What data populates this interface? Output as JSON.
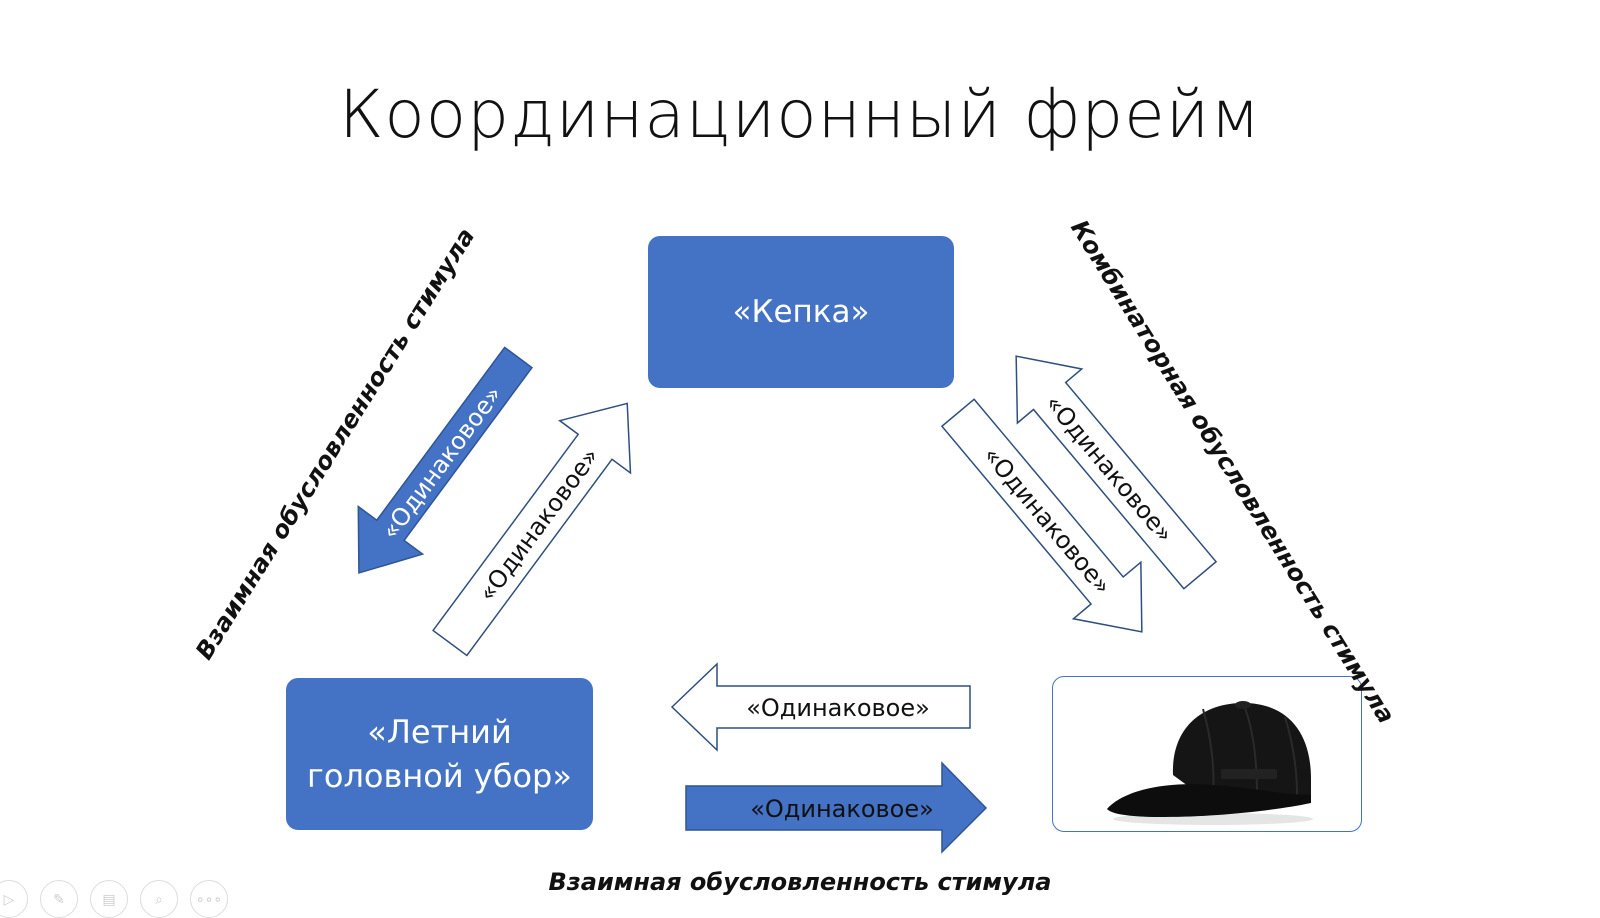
{
  "slide": {
    "title": "Координационный фрейм",
    "box_top": "«Кепка»",
    "box_bottom_left": "«Летний\nголовной убор»",
    "caption_left_diagonal": "Взаимная обусловленность стимула",
    "caption_right_diagonal": "Комбинаторная обусловленность стимула",
    "caption_bottom": "Взаимная обусловленность стимула",
    "arrow_labels": {
      "left_filled": "«Одинаковое»",
      "left_outline": "«Одинаковое»",
      "right_outline_up": "«Одинаковое»",
      "right_outline_down": "«Одинаковое»",
      "bottom_outline": "«Одинаковое»",
      "bottom_filled": "«Одинаковое»"
    },
    "image": {
      "icon": "baseball-cap-image"
    }
  },
  "toolbar": [
    {
      "icon": "play-icon",
      "glyph": "▷"
    },
    {
      "icon": "pen-icon",
      "glyph": "✎"
    },
    {
      "icon": "slides-icon",
      "glyph": "▤"
    },
    {
      "icon": "zoom-icon",
      "glyph": "⌕"
    },
    {
      "icon": "more-icon",
      "glyph": "∘∘∘"
    }
  ],
  "colors": {
    "accent": "#4472c4",
    "text": "#111111",
    "outline": "#2f4f7f"
  }
}
